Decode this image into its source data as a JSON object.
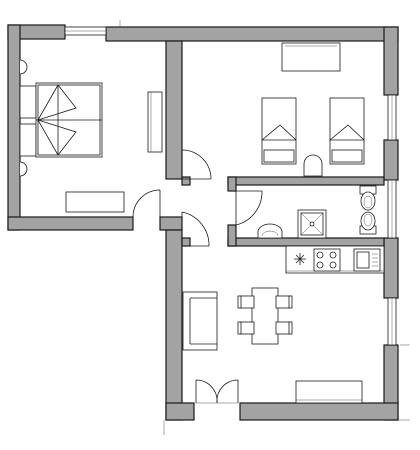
{
  "drawing": {
    "title": "",
    "labels": []
  },
  "colors": {
    "wall_fill": "#a3a3a3",
    "line": "#1a1a1a",
    "background": "#ffffff"
  },
  "rooms": [
    {
      "id": "bedroom-double",
      "contents": [
        "double-bed",
        "nightstands",
        "wardrobe",
        "dresser",
        "lamps"
      ]
    },
    {
      "id": "bedroom-twin",
      "contents": [
        "twin-bed-left",
        "twin-bed-right",
        "nightstand",
        "wardrobe"
      ]
    },
    {
      "id": "bathroom",
      "contents": [
        "shower",
        "toilet",
        "bidet",
        "sink"
      ]
    },
    {
      "id": "living-kitchen",
      "contents": [
        "sofa",
        "dining-table",
        "chairs",
        "kitchen-counter",
        "stove",
        "sink",
        "sideboard"
      ]
    },
    {
      "id": "hallway",
      "contents": []
    }
  ],
  "doors": [
    "entrance-double-door",
    "bedroom-double-door",
    "bedroom-twin-door",
    "bathroom-door",
    "living-door"
  ]
}
